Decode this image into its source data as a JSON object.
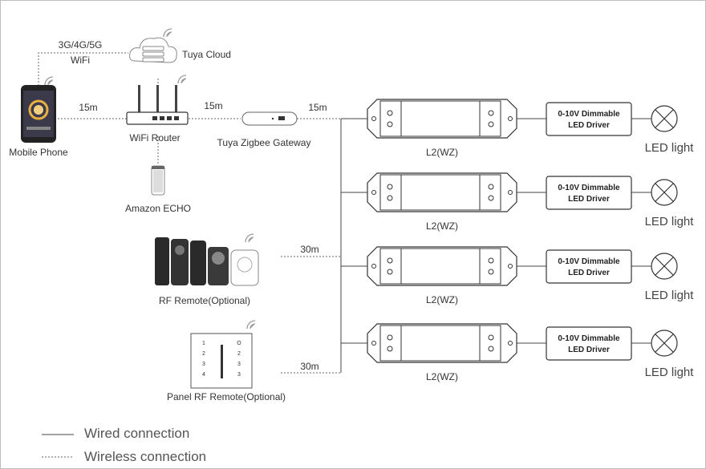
{
  "cloud": {
    "label": "Tuya Cloud"
  },
  "network": {
    "line1": "3G/4G/5G",
    "line2": "WiFi"
  },
  "phone": {
    "label": "Mobile Phone"
  },
  "router": {
    "label": "WiFi Router"
  },
  "gateway": {
    "label": "Tuya Zigbee Gateway"
  },
  "echo": {
    "label": "Amazon ECHO"
  },
  "distances": {
    "phone_router": "15m",
    "router_gateway": "15m",
    "gateway_bus": "15m",
    "rf_remote": "30m",
    "panel_remote": "30m"
  },
  "rf_remote": {
    "label": "RF Remote(Optional)"
  },
  "panel_remote": {
    "label": "Panel RF Remote(Optional)",
    "keys": [
      "1",
      "O",
      "2",
      "2",
      "3",
      "3",
      "4",
      "3"
    ]
  },
  "rows": [
    {
      "controller": "L2(WZ)",
      "driver_line1": "0-10V Dimmable",
      "driver_line2": "LED Driver",
      "light": "LED light"
    },
    {
      "controller": "L2(WZ)",
      "driver_line1": "0-10V Dimmable",
      "driver_line2": "LED Driver",
      "light": "LED light"
    },
    {
      "controller": "L2(WZ)",
      "driver_line1": "0-10V Dimmable",
      "driver_line2": "LED Driver",
      "light": "LED light"
    },
    {
      "controller": "L2(WZ)",
      "driver_line1": "0-10V Dimmable",
      "driver_line2": "LED Driver",
      "light": "LED light"
    }
  ],
  "legend": {
    "wired": "Wired connection",
    "wireless": "Wireless connection"
  }
}
